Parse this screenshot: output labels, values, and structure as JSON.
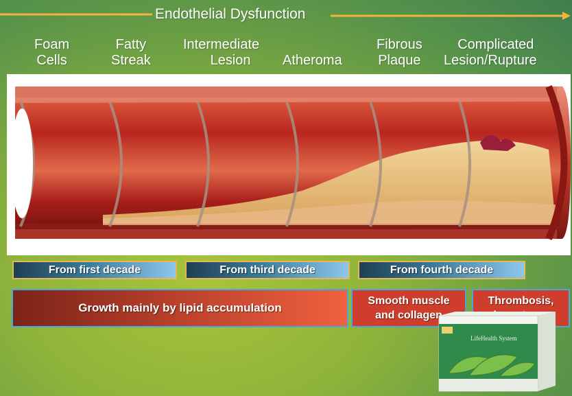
{
  "title": "Endothelial Dysfunction",
  "stages": [
    {
      "line1": "Foam",
      "line2": "Cells"
    },
    {
      "line1": "Fatty",
      "line2": "Streak"
    },
    {
      "line1": "Intermediate",
      "line2": "Lesion"
    },
    {
      "line1": "",
      "line2": "Atheroma"
    },
    {
      "line1": "Fibrous",
      "line2": "Plaque"
    },
    {
      "line1": "Complicated",
      "line2": "Lesion/Rupture"
    }
  ],
  "decades": [
    "From first decade",
    "From third decade",
    "From fourth decade"
  ],
  "phases": {
    "lipid": "Growth mainly by lipid accumulation",
    "smooth": {
      "line1": "Smooth muscle",
      "line2": "and collagen"
    },
    "thrombosis": {
      "line1": "Thrombosis,",
      "line2": "hematoma"
    }
  },
  "product_label": "LifeHealth System",
  "colors": {
    "arrow": "#f2b43a",
    "artery": "#b12620",
    "plaque": "#e9c37a",
    "lipid_bar_start": "#7b2418",
    "lipid_bar_end": "#f0613f"
  }
}
